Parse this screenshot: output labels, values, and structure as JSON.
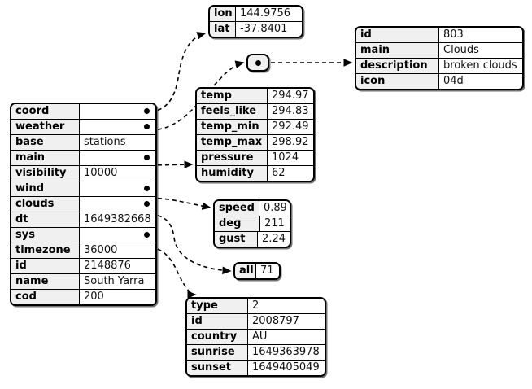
{
  "diagram": {
    "type": "json-object-graph",
    "colors": {
      "key_cell_bg": "#f0f0f0",
      "value_cell_bg": "#ffffff",
      "border": "#000000",
      "edge": "#000000",
      "canvas": "#ffffff"
    },
    "nodes": {
      "root": {
        "name": "root-object",
        "rows": [
          {
            "key": "coord",
            "value": "",
            "is_reference": true
          },
          {
            "key": "weather",
            "value": "",
            "is_reference": true
          },
          {
            "key": "base",
            "value": "stations",
            "is_reference": false
          },
          {
            "key": "main",
            "value": "",
            "is_reference": true
          },
          {
            "key": "visibility",
            "value": "10000",
            "is_reference": false
          },
          {
            "key": "wind",
            "value": "",
            "is_reference": true
          },
          {
            "key": "clouds",
            "value": "",
            "is_reference": true
          },
          {
            "key": "dt",
            "value": "1649382668",
            "is_reference": false
          },
          {
            "key": "sys",
            "value": "",
            "is_reference": true
          },
          {
            "key": "timezone",
            "value": "36000",
            "is_reference": false
          },
          {
            "key": "id",
            "value": "2148876",
            "is_reference": false
          },
          {
            "key": "name",
            "value": "South Yarra",
            "is_reference": false
          },
          {
            "key": "cod",
            "value": "200",
            "is_reference": false
          }
        ]
      },
      "coord": {
        "name": "coord-object",
        "rows": [
          {
            "key": "lon",
            "value": "144.9756",
            "is_reference": false
          },
          {
            "key": "lat",
            "value": "-37.8401",
            "is_reference": false
          }
        ]
      },
      "weather_array": {
        "name": "weather-array",
        "marker": "dot"
      },
      "weather_item": {
        "name": "weather-item-object",
        "rows": [
          {
            "key": "id",
            "value": "803",
            "is_reference": false
          },
          {
            "key": "main",
            "value": "Clouds",
            "is_reference": false
          },
          {
            "key": "description",
            "value": "broken clouds",
            "is_reference": false
          },
          {
            "key": "icon",
            "value": "04d",
            "is_reference": false
          }
        ]
      },
      "main": {
        "name": "main-object",
        "rows": [
          {
            "key": "temp",
            "value": "294.97",
            "is_reference": false
          },
          {
            "key": "feels_like",
            "value": "294.83",
            "is_reference": false
          },
          {
            "key": "temp_min",
            "value": "292.49",
            "is_reference": false
          },
          {
            "key": "temp_max",
            "value": "298.92",
            "is_reference": false
          },
          {
            "key": "pressure",
            "value": "1024",
            "is_reference": false
          },
          {
            "key": "humidity",
            "value": "62",
            "is_reference": false
          }
        ]
      },
      "wind": {
        "name": "wind-object",
        "rows": [
          {
            "key": "speed",
            "value": "0.89",
            "is_reference": false
          },
          {
            "key": "deg",
            "value": "211",
            "is_reference": false
          },
          {
            "key": "gust",
            "value": "2.24",
            "is_reference": false
          }
        ]
      },
      "clouds": {
        "name": "clouds-object",
        "rows": [
          {
            "key": "all",
            "value": "71",
            "is_reference": false
          }
        ]
      },
      "sys": {
        "name": "sys-object",
        "rows": [
          {
            "key": "type",
            "value": "2",
            "is_reference": false
          },
          {
            "key": "id",
            "value": "2008797",
            "is_reference": false
          },
          {
            "key": "country",
            "value": "AU",
            "is_reference": false
          },
          {
            "key": "sunrise",
            "value": "1649363978",
            "is_reference": false
          },
          {
            "key": "sunset",
            "value": "1649405049",
            "is_reference": false
          }
        ]
      }
    },
    "edges": [
      {
        "from": "root.coord",
        "to": "coord"
      },
      {
        "from": "root.weather",
        "to": "weather_array"
      },
      {
        "from": "weather_array",
        "to": "weather_item"
      },
      {
        "from": "root.main",
        "to": "main"
      },
      {
        "from": "root.wind",
        "to": "wind"
      },
      {
        "from": "root.clouds",
        "to": "clouds"
      },
      {
        "from": "root.sys",
        "to": "sys"
      }
    ]
  }
}
